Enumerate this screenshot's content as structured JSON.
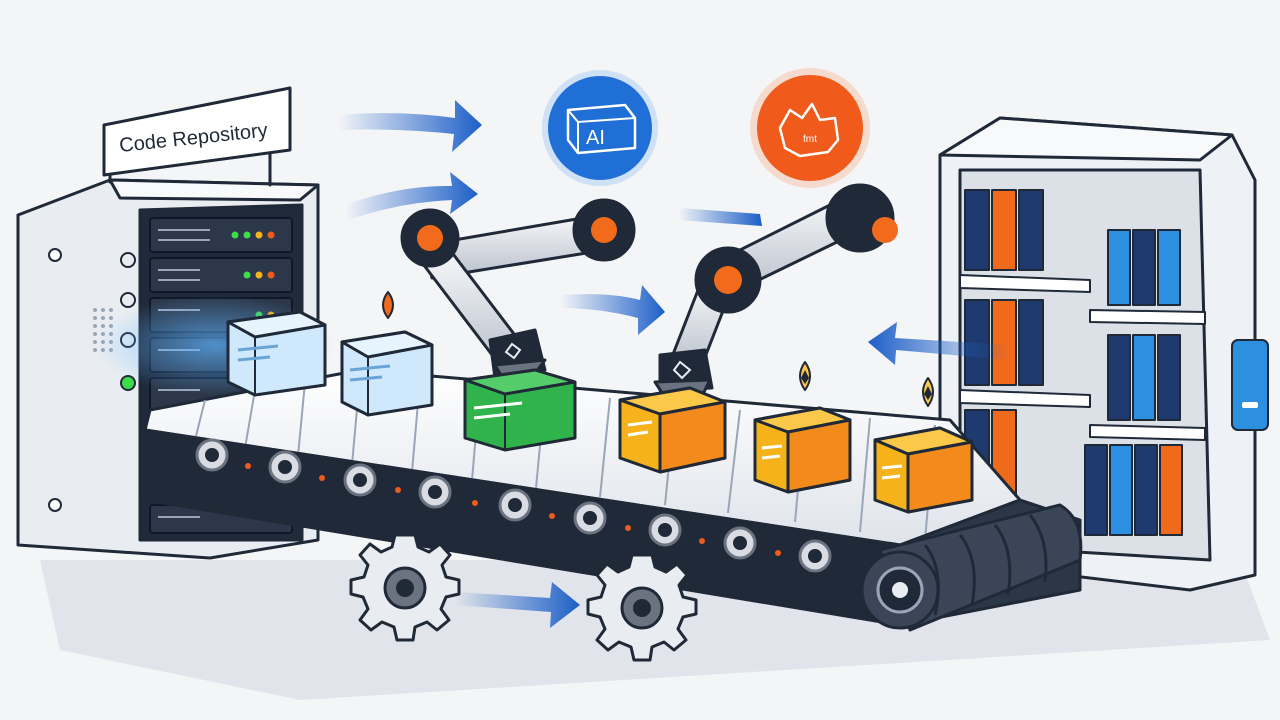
{
  "sign": {
    "label": "Code Repository"
  },
  "badges": {
    "ai": {
      "label": "AI",
      "color": "#1f6fd6"
    },
    "cloud": {
      "label": "fmt",
      "color": "#f05a1a"
    }
  },
  "colors": {
    "ink": "#1f2937",
    "blue_arrow": "#1d5fc7",
    "package_blue": "#cfe8fb",
    "package_green": "#2fb34a",
    "package_yellow": "#f6b21b",
    "package_orange": "#f28a1c",
    "robot_joint": "#f26a1b",
    "belt_dark": "#1f2937",
    "shelf_navy": "#1e3a6e",
    "shelf_orange": "#f06a1c",
    "shelf_sky": "#2c8fe0"
  },
  "icons": [
    "server-icon",
    "robot-arm-icon",
    "gear-icon",
    "package-icon",
    "tag-icon",
    "ai-chip-icon",
    "cloud-icon"
  ]
}
